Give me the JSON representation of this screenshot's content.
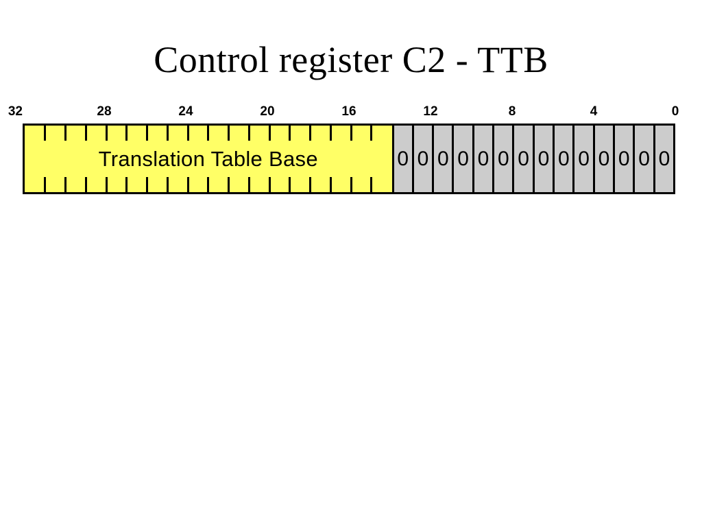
{
  "slide": {
    "title": "Control register C2 - TTB",
    "background_color": "#FFFFFF"
  },
  "diagram": {
    "kind": "register-bitfield",
    "total_bits": 32,
    "bit_order": "msb-left",
    "box_border_color": "#000000",
    "bit_axis": {
      "labels": [
        {
          "text": "32",
          "bit": 32
        },
        {
          "text": "28",
          "bit": 28
        },
        {
          "text": "24",
          "bit": 24
        },
        {
          "text": "20",
          "bit": 20
        },
        {
          "text": "16",
          "bit": 16
        },
        {
          "text": "12",
          "bit": 12
        },
        {
          "text": "8",
          "bit": 8
        },
        {
          "text": "4",
          "bit": 4
        },
        {
          "text": "0",
          "bit": 0
        }
      ]
    },
    "fields": [
      {
        "name": "translation-table-base",
        "label": "Translation Table Base",
        "bit_high": 31,
        "bit_low": 14,
        "bit_width": 18,
        "fill_color": "#FFFF66",
        "tick_marks": true,
        "tick_count": 17
      },
      {
        "name": "zero-bits",
        "label": "",
        "bit_high": 13,
        "bit_low": 0,
        "bit_width": 14,
        "fill_color": "#CCCCCC",
        "cell_value": "0",
        "cell_values": [
          "0",
          "0",
          "0",
          "0",
          "0",
          "0",
          "0",
          "0",
          "0",
          "0",
          "0",
          "0",
          "0",
          "0"
        ]
      }
    ]
  }
}
